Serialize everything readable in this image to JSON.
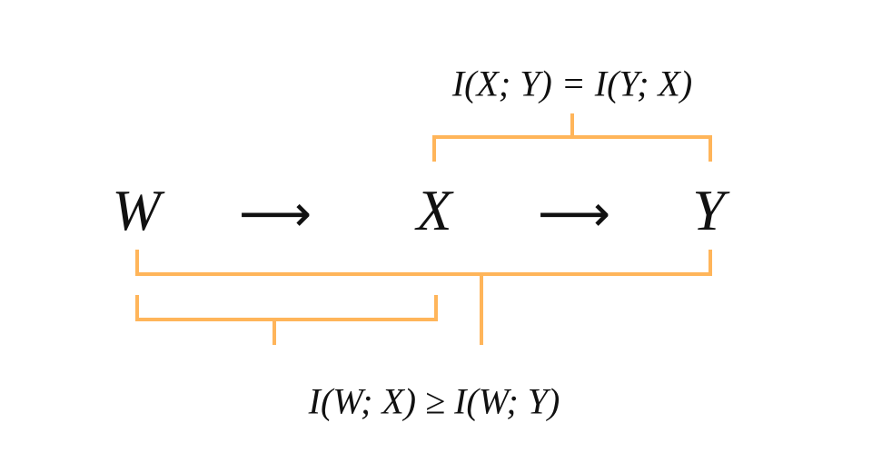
{
  "top_formula": "I(X; Y) = I(Y; X)",
  "bottom_formula": "I(W; X) ≥ I(W; Y)",
  "variables": [
    "W",
    "X",
    "Y"
  ],
  "arrows": [
    "⟶",
    "⟶"
  ],
  "colors": {
    "bracket": "#FFB55A",
    "text": "#111111"
  }
}
